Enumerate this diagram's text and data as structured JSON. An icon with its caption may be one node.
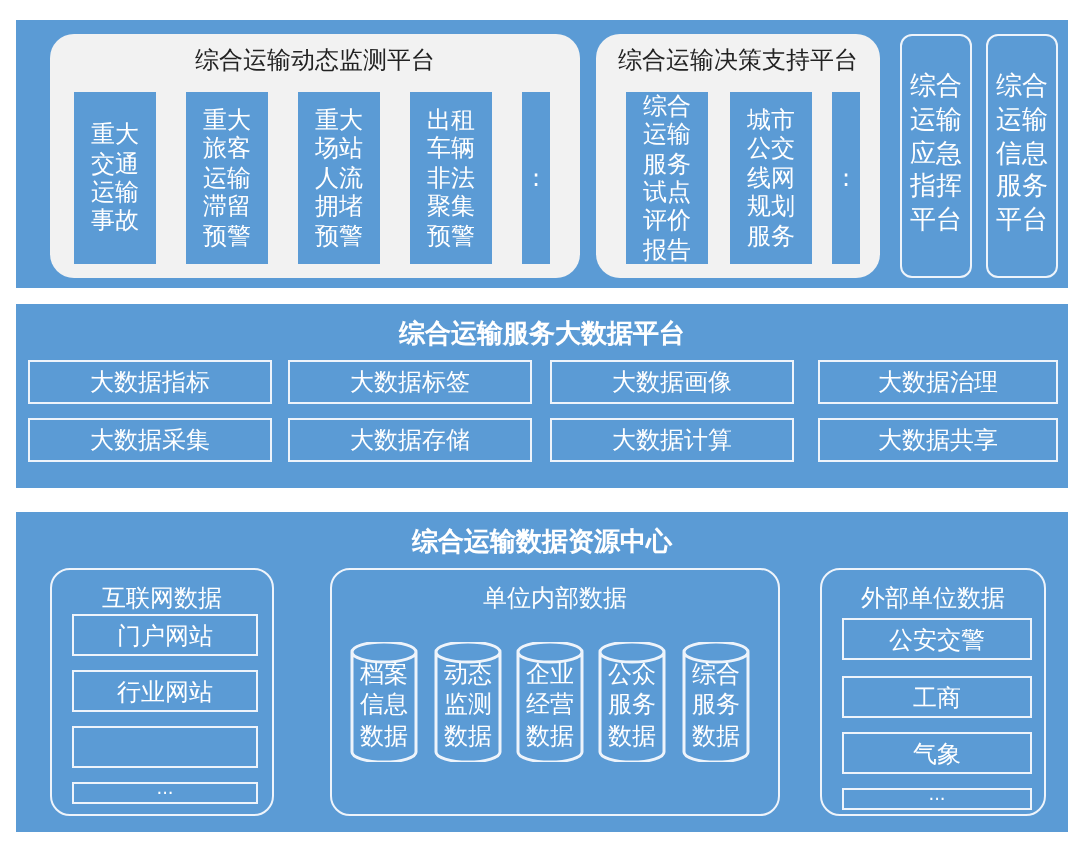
{
  "diagram": {
    "nodes": [
      {
        "text": [],
        "shape": "box"
      },
      {
        "text": [
          "综合运输动态监测平台"
        ],
        "in": 0
      },
      {
        "text": [
          "重大交通运输事故"
        ],
        "in": 1
      },
      {
        "text": [
          "重大旅客运输滞留预警"
        ],
        "in": 1
      },
      {
        "text": [
          "重大场站人流拥堵预警"
        ],
        "in": 1
      },
      {
        "text": [
          "出租车辆非法聚集预警"
        ],
        "in": 1
      },
      {
        "text": [
          ":"
        ],
        "in": 1
      },
      {
        "text": [
          "综合运输决策支持平台"
        ],
        "in": 0
      },
      {
        "text": [
          "综合运输服务试点评价报告"
        ],
        "in": 7
      },
      {
        "text": [
          "城市公交线网规划服务"
        ],
        "in": 7
      },
      {
        "text": [
          ":"
        ],
        "in": 7
      },
      {
        "text": [
          "综合运输应急指挥平台"
        ],
        "in": 0
      },
      {
        "text": [
          "综合运输信息服务平台"
        ],
        "in": 0
      },
      {
        "text": [
          "综合运输服务大数据平台"
        ]
      },
      {
        "text": [
          "大数据指标"
        ],
        "in": 13
      },
      {
        "text": [
          "大数据标签"
        ],
        "in": 13
      },
      {
        "text": [
          "大数据画像"
        ],
        "in": 13
      },
      {
        "text": [
          "大数据治理"
        ],
        "in": 13
      },
      {
        "text": [
          "大数据采集"
        ],
        "in": 13
      },
      {
        "text": [
          "大数据存储"
        ],
        "in": 13
      },
      {
        "text": [
          "大数据计算"
        ],
        "in": 13
      },
      {
        "text": [
          "大数据共享"
        ],
        "in": 13
      },
      {
        "text": [
          "综合运输数据资源中心"
        ]
      },
      {
        "text": [
          "互联网数据"
        ],
        "in": 22
      },
      {
        "text": [
          "门户网站"
        ],
        "in": 23
      },
      {
        "text": [
          "行业网站"
        ],
        "in": 23
      },
      {
        "text": [],
        "shape": "box",
        "in": 23
      },
      {
        "text": [
          "..."
        ],
        "in": 23
      },
      {
        "text": [
          "单位内部数据"
        ],
        "in": 22
      },
      {
        "text": [
          "档案信息数据"
        ],
        "in": 28
      },
      {
        "text": [
          "动态监测数据"
        ],
        "in": 28
      },
      {
        "text": [
          "企业经营数据"
        ],
        "in": 28
      },
      {
        "text": [
          "公众服务数据"
        ],
        "in": 28
      },
      {
        "text": [
          "综合服务数据"
        ],
        "in": 28
      },
      {
        "text": [
          "外部单位数据"
        ],
        "in": 22
      },
      {
        "text": [
          "公安交警"
        ],
        "in": 34
      },
      {
        "text": [
          "工商"
        ],
        "in": 34
      },
      {
        "text": [
          "气象"
        ],
        "in": 34
      },
      {
        "text": [
          "..."
        ],
        "in": 34
      }
    ]
  }
}
